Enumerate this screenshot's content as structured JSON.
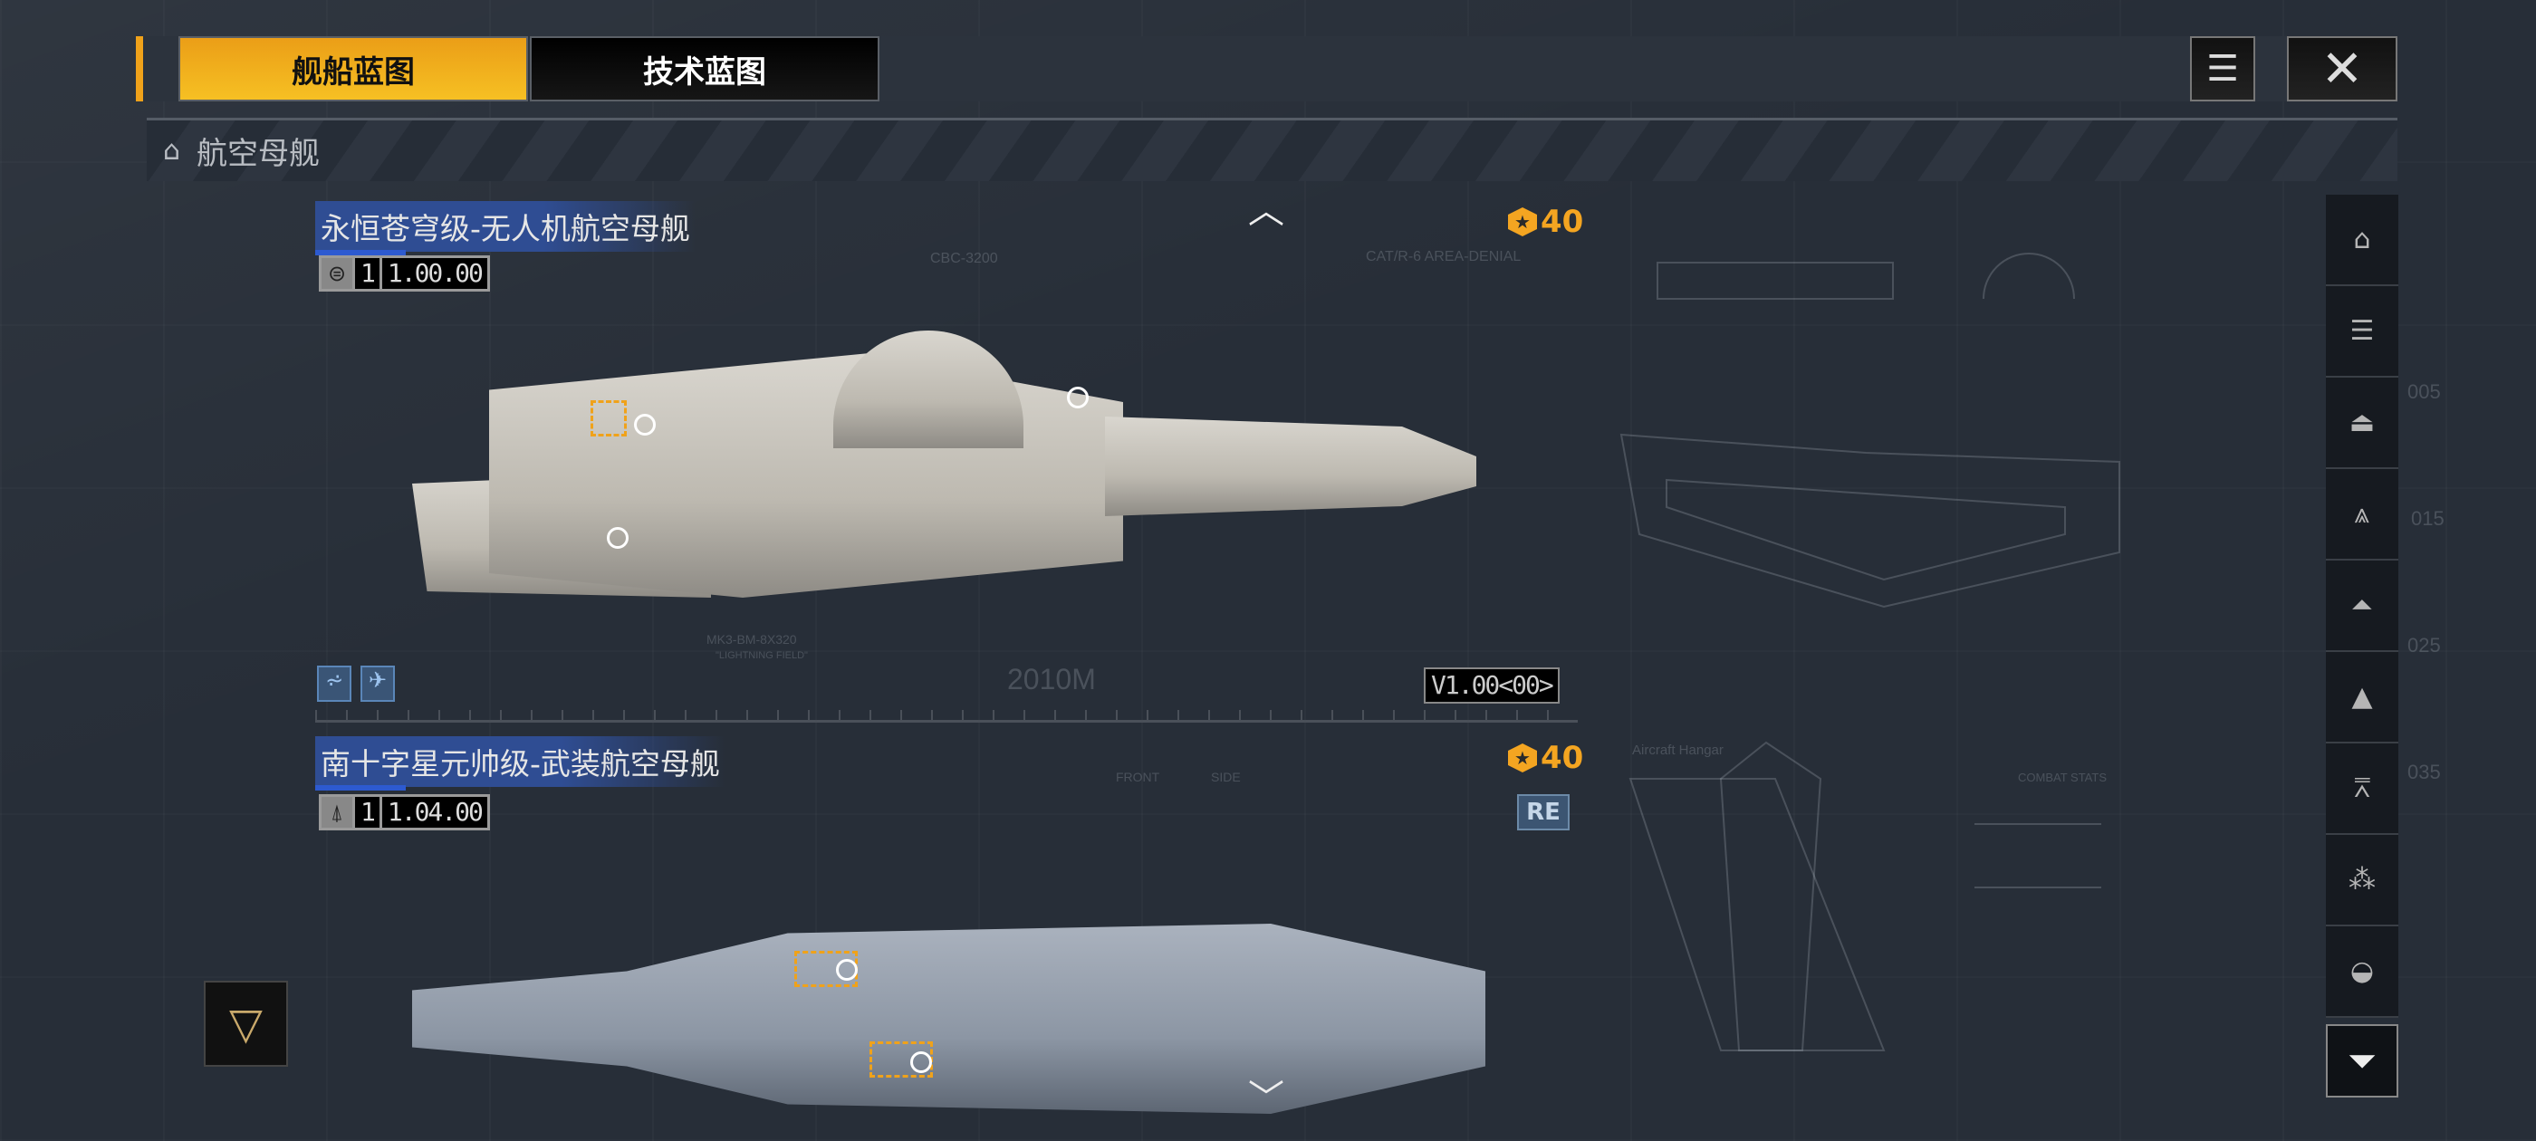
{
  "tabs": [
    {
      "label": "舰船蓝图",
      "active": true
    },
    {
      "label": "技术蓝图",
      "active": false
    }
  ],
  "category": {
    "label": "航空母舰"
  },
  "ships": [
    {
      "name": "永恒苍穹级-无人机航空母舰",
      "rating_prefix": "1",
      "rating": "1.00.00",
      "cost": "40",
      "version": "V1.00<00>"
    },
    {
      "name": "南十字星元帅级-武装航空母舰",
      "rating_prefix": "1",
      "rating": "1.04.00",
      "cost": "40",
      "badge": "RE"
    }
  ],
  "blueprint_labels": {
    "cbc": "CBC-3200",
    "cat": "CAT/R-6 AREA-DENIAL",
    "mk3": "MK3-BM-8X320",
    "lightning": "\"LIGHTNING FIELD\"",
    "length": "2010M",
    "front": "FRONT",
    "side": "SIDE",
    "hangar": "Aircraft Hangar",
    "combat": "COMBAT STATS",
    "ticks": [
      "005",
      "015",
      "025",
      "035"
    ]
  },
  "colors": {
    "accent": "#f0a21a",
    "title_bg": "#2f4d93"
  }
}
